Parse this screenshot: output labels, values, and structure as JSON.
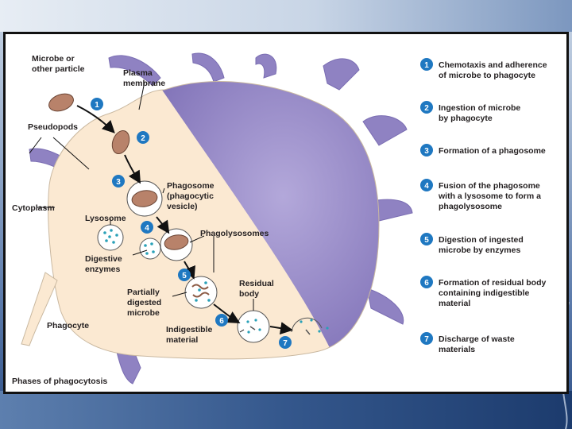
{
  "labels": {
    "microbe": [
      "Microbe or",
      "other particle"
    ],
    "plasma_membrane": [
      "Plasma",
      "membrane"
    ],
    "pseudopods": "Pseudopods",
    "cytoplasm": "Cytoplasm",
    "phagosome": [
      "Phagosome",
      "(phagocytic",
      "vesicle)"
    ],
    "lysosome": "Lysosome",
    "phagolysosomes": "Phagolysosomes",
    "digestive_enzymes": [
      "Digestive",
      "enzymes"
    ],
    "partially_digested": [
      "Partially",
      "digested",
      "microbe"
    ],
    "residual_body": [
      "Residual",
      "body"
    ],
    "indigestible": [
      "Indigestible",
      "material"
    ],
    "phagocyte": "Phagocyte"
  },
  "step_numbers": [
    "1",
    "2",
    "3",
    "4",
    "5",
    "6",
    "7"
  ],
  "legend": [
    {
      "num": "1",
      "lines": [
        "Chemotaxis and adherence",
        "of microbe to phagocyte"
      ]
    },
    {
      "num": "2",
      "lines": [
        "Ingestion of microbe",
        "by phagocyte"
      ]
    },
    {
      "num": "3",
      "lines": [
        "Formation of a phagosome"
      ]
    },
    {
      "num": "4",
      "lines": [
        "Fusion of the phagosome",
        "with a lysosome to form a",
        "phagolysosome"
      ]
    },
    {
      "num": "5",
      "lines": [
        "Digestion of ingested",
        "microbe by enzymes"
      ]
    },
    {
      "num": "6",
      "lines": [
        "Formation of residual body",
        "containing indigestible",
        "material"
      ]
    },
    {
      "num": "7",
      "lines": [
        "Discharge of waste",
        "materials"
      ]
    }
  ],
  "caption": "Phases of phagocytosis",
  "colors": {
    "cytoplasm": "#fbe9d2",
    "membrane": "#9a8dc6",
    "microbe": "#b8826a",
    "step_circle": "#1f78c1",
    "enzyme_dots": "#2aa1b8"
  }
}
